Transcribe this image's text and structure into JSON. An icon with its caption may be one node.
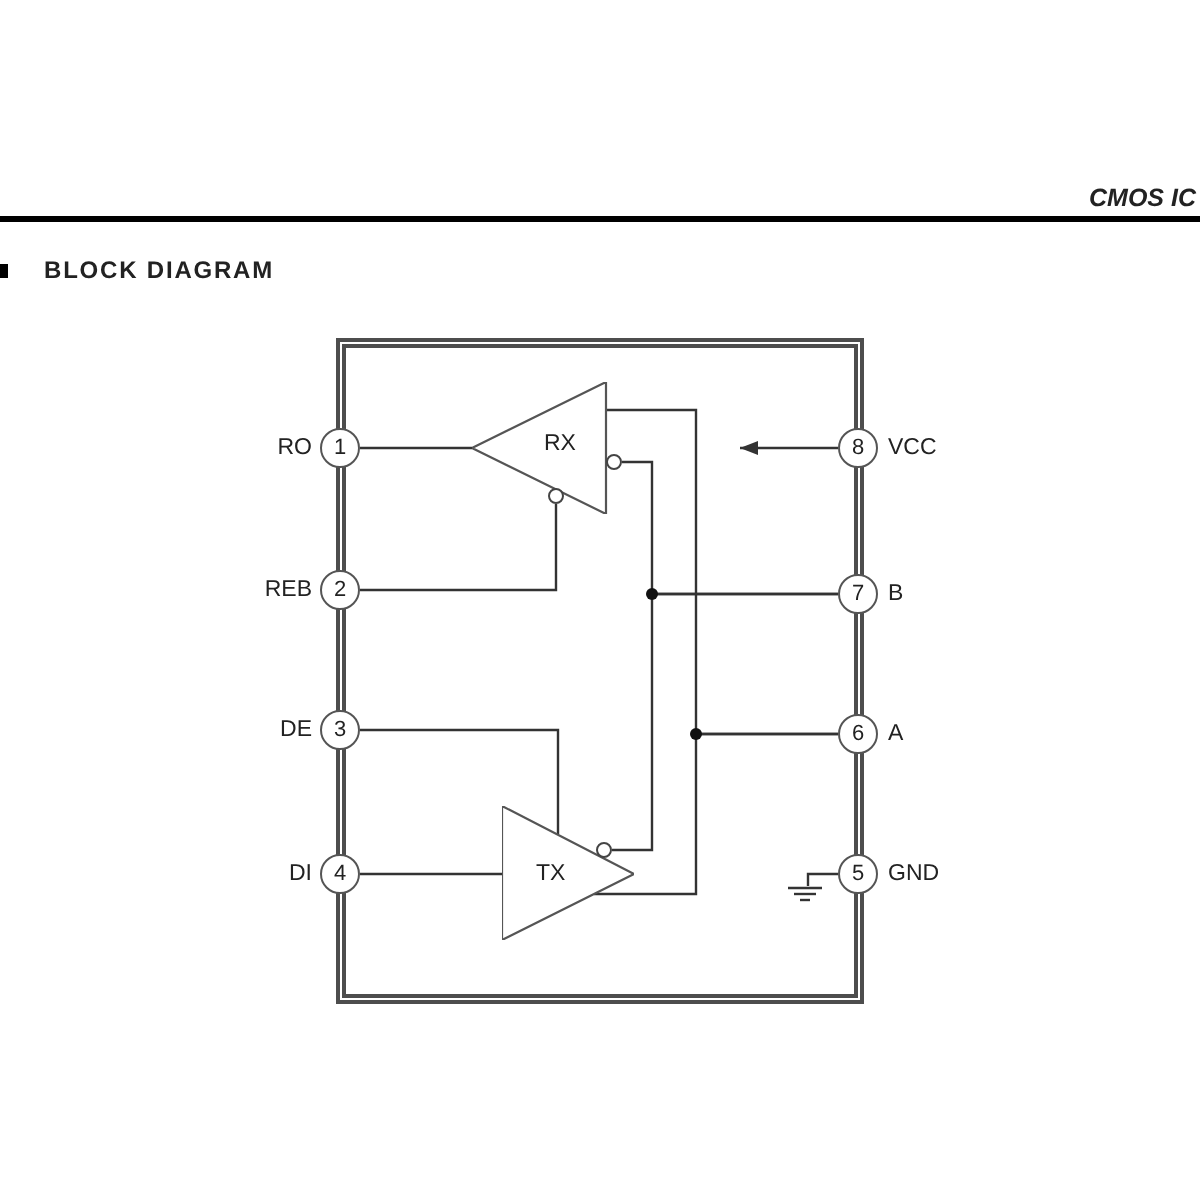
{
  "diagram": {
    "title": "BLOCK DIAGRAM",
    "nodes": [
      {
        "text": [],
        "shape": "box"
      },
      {
        "text": [
          "1"
        ],
        "beside": [
          "RO"
        ]
      },
      {
        "text": [
          "RX"
        ],
        "in": 0
      },
      {
        "text": [
          "8"
        ],
        "beside": [
          "VCC"
        ]
      },
      {
        "text": [
          "2"
        ],
        "beside": [
          "REB"
        ]
      },
      {
        "text": [
          "7"
        ],
        "beside": [
          "B"
        ]
      },
      {
        "text": [
          "3"
        ],
        "beside": [
          "DE"
        ]
      },
      {
        "text": [
          "6"
        ],
        "beside": [
          "A"
        ]
      },
      {
        "text": [
          "4"
        ],
        "beside": [
          "DI"
        ]
      },
      {
        "text": [
          "TX"
        ],
        "in": 0
      },
      {
        "text": [
          "5"
        ],
        "beside": [
          "GND"
        ]
      },
      {
        "text": [],
        "shape": "ground",
        "in": 0
      }
    ],
    "edges": [
      {
        "from": 1,
        "to": 2,
        "arrow": "none"
      },
      {
        "from": 3,
        "to": null,
        "arrow": "to"
      },
      {
        "from": 4,
        "to": 2,
        "arrow": "none"
      },
      {
        "from": 2,
        "to": 5,
        "arrow": "none"
      },
      {
        "from": 6,
        "to": 9,
        "arrow": "none"
      },
      {
        "from": 2,
        "to": 7,
        "arrow": "none"
      },
      {
        "from": 8,
        "to": 9,
        "arrow": "none"
      },
      {
        "from": 9,
        "to": 5,
        "arrow": "none"
      },
      {
        "from": 9,
        "to": 7,
        "arrow": "none"
      },
      {
        "from": 10,
        "to": 11,
        "arrow": "none"
      }
    ],
    "labels": [
      "CMOS IC"
    ]
  }
}
